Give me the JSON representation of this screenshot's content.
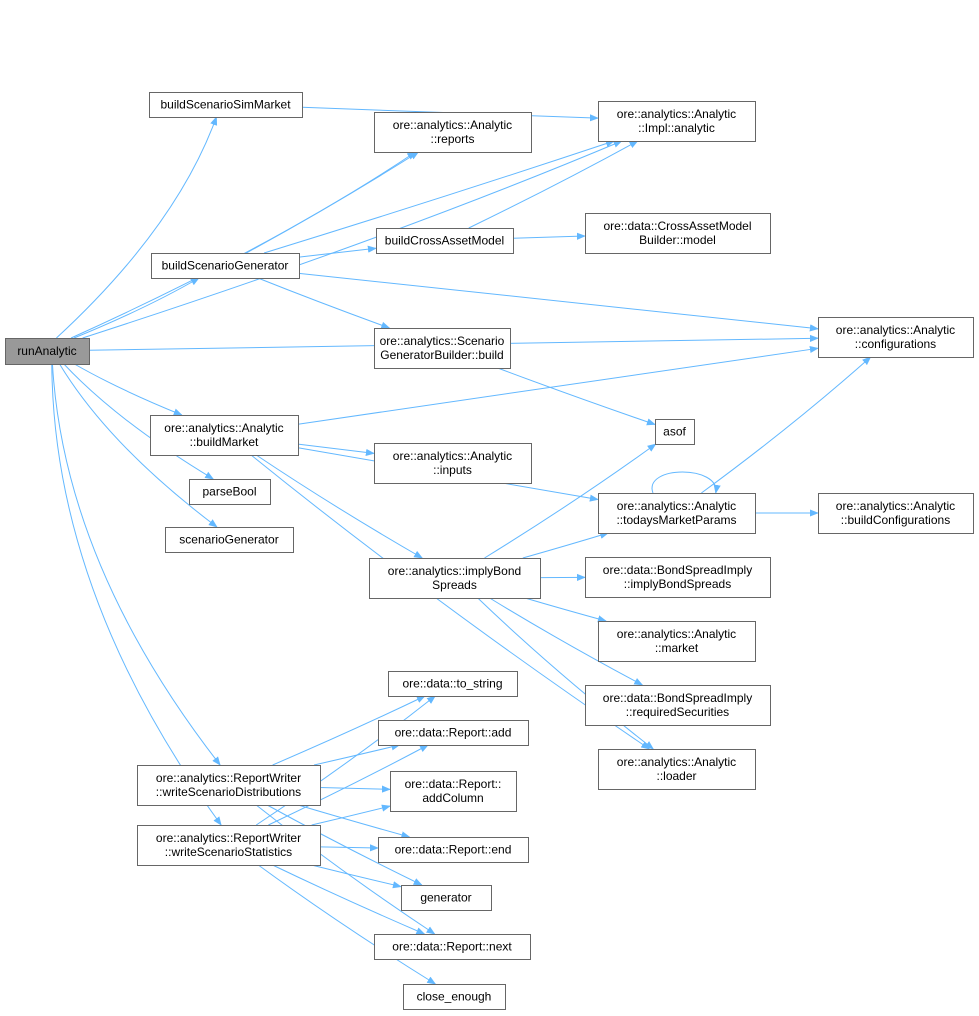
{
  "graph": {
    "edge_color": "#63b8ff",
    "root_fill": "#999999",
    "nodes": [
      {
        "id": "runAnalytic",
        "lines": [
          "runAnalytic"
        ],
        "root": true
      },
      {
        "id": "buildScenarioSimMarket",
        "lines": [
          "buildScenarioSimMarket"
        ]
      },
      {
        "id": "reports",
        "lines": [
          "ore::analytics::Analytic",
          "::reports"
        ]
      },
      {
        "id": "implAnalytic",
        "lines": [
          "ore::analytics::Analytic",
          "::Impl::analytic"
        ]
      },
      {
        "id": "buildCrossAssetModel",
        "lines": [
          "buildCrossAssetModel"
        ]
      },
      {
        "id": "camModel",
        "lines": [
          "ore::data::CrossAssetModel",
          "Builder::model"
        ]
      },
      {
        "id": "buildScenarioGenerator",
        "lines": [
          "buildScenarioGenerator"
        ]
      },
      {
        "id": "configurations",
        "lines": [
          "ore::analytics::Analytic",
          "::configurations"
        ]
      },
      {
        "id": "sgbBuild",
        "lines": [
          "ore::analytics::Scenario",
          "GeneratorBuilder::build"
        ]
      },
      {
        "id": "buildMarket",
        "lines": [
          "ore::analytics::Analytic",
          "::buildMarket"
        ]
      },
      {
        "id": "asof",
        "lines": [
          "asof"
        ]
      },
      {
        "id": "inputs",
        "lines": [
          "ore::analytics::Analytic",
          "::inputs"
        ]
      },
      {
        "id": "todaysMarketParams",
        "lines": [
          "ore::analytics::Analytic",
          "::todaysMarketParams"
        ]
      },
      {
        "id": "buildConfigurations",
        "lines": [
          "ore::analytics::Analytic",
          "::buildConfigurations"
        ]
      },
      {
        "id": "parseBool",
        "lines": [
          "parseBool"
        ]
      },
      {
        "id": "scenarioGenerator",
        "lines": [
          "scenarioGenerator"
        ]
      },
      {
        "id": "implyBondSpreads",
        "lines": [
          "ore::analytics::implyBond",
          "Spreads"
        ]
      },
      {
        "id": "bsiImply",
        "lines": [
          "ore::data::BondSpreadImply",
          "::implyBondSpreads"
        ]
      },
      {
        "id": "market",
        "lines": [
          "ore::analytics::Analytic",
          "::market"
        ]
      },
      {
        "id": "requiredSecurities",
        "lines": [
          "ore::data::BondSpreadImply",
          "::requiredSecurities"
        ]
      },
      {
        "id": "loader",
        "lines": [
          "ore::analytics::Analytic",
          "::loader"
        ]
      },
      {
        "id": "toString",
        "lines": [
          "ore::data::to_string"
        ]
      },
      {
        "id": "reportAdd",
        "lines": [
          "ore::data::Report::add"
        ]
      },
      {
        "id": "addColumn",
        "lines": [
          "ore::data::Report::",
          "addColumn"
        ]
      },
      {
        "id": "writeDist",
        "lines": [
          "ore::analytics::ReportWriter",
          "::writeScenarioDistributions"
        ]
      },
      {
        "id": "writeStats",
        "lines": [
          "ore::analytics::ReportWriter",
          "::writeScenarioStatistics"
        ]
      },
      {
        "id": "reportEnd",
        "lines": [
          "ore::data::Report::end"
        ]
      },
      {
        "id": "generator",
        "lines": [
          "generator"
        ]
      },
      {
        "id": "reportNext",
        "lines": [
          "ore::data::Report::next"
        ]
      },
      {
        "id": "closeEnough",
        "lines": [
          "close_enough"
        ]
      }
    ],
    "edges": [
      [
        "runAnalytic",
        "buildScenarioSimMarket"
      ],
      [
        "runAnalytic",
        "implAnalytic"
      ],
      [
        "runAnalytic",
        "configurations"
      ],
      [
        "runAnalytic",
        "reports"
      ],
      [
        "runAnalytic",
        "buildScenarioGenerator"
      ],
      [
        "runAnalytic",
        "buildMarket"
      ],
      [
        "runAnalytic",
        "parseBool"
      ],
      [
        "runAnalytic",
        "scenarioGenerator"
      ],
      [
        "runAnalytic",
        "writeDist"
      ],
      [
        "runAnalytic",
        "writeStats"
      ],
      [
        "buildScenarioSimMarket",
        "implAnalytic"
      ],
      [
        "buildScenarioGenerator",
        "reports"
      ],
      [
        "buildScenarioGenerator",
        "implAnalytic"
      ],
      [
        "buildScenarioGenerator",
        "buildCrossAssetModel"
      ],
      [
        "buildScenarioGenerator",
        "configurations"
      ],
      [
        "buildScenarioGenerator",
        "sgbBuild"
      ],
      [
        "buildCrossAssetModel",
        "implAnalytic"
      ],
      [
        "buildCrossAssetModel",
        "camModel"
      ],
      [
        "sgbBuild",
        "asof"
      ],
      [
        "buildMarket",
        "configurations"
      ],
      [
        "buildMarket",
        "inputs"
      ],
      [
        "buildMarket",
        "todaysMarketParams"
      ],
      [
        "buildMarket",
        "implyBondSpreads"
      ],
      [
        "buildMarket",
        "loader"
      ],
      [
        "implyBondSpreads",
        "asof"
      ],
      [
        "implyBondSpreads",
        "todaysMarketParams"
      ],
      [
        "implyBondSpreads",
        "bsiImply"
      ],
      [
        "implyBondSpreads",
        "market"
      ],
      [
        "implyBondSpreads",
        "requiredSecurities"
      ],
      [
        "implyBondSpreads",
        "loader"
      ],
      [
        "todaysMarketParams",
        "todaysMarketParams"
      ],
      [
        "todaysMarketParams",
        "configurations"
      ],
      [
        "todaysMarketParams",
        "buildConfigurations"
      ],
      [
        "writeDist",
        "toString"
      ],
      [
        "writeDist",
        "reportAdd"
      ],
      [
        "writeDist",
        "addColumn"
      ],
      [
        "writeDist",
        "reportEnd"
      ],
      [
        "writeDist",
        "generator"
      ],
      [
        "writeDist",
        "reportNext"
      ],
      [
        "writeStats",
        "toString"
      ],
      [
        "writeStats",
        "reportAdd"
      ],
      [
        "writeStats",
        "addColumn"
      ],
      [
        "writeStats",
        "reportEnd"
      ],
      [
        "writeStats",
        "generator"
      ],
      [
        "writeStats",
        "reportNext"
      ],
      [
        "writeStats",
        "closeEnough"
      ]
    ]
  }
}
